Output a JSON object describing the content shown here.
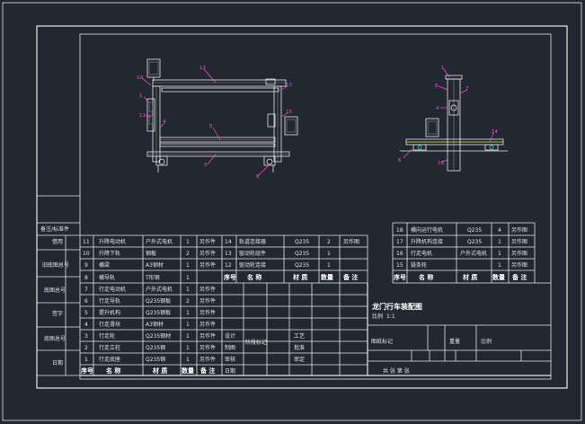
{
  "side_block": {
    "rows": [
      {
        "label": "备注/标准件"
      },
      {
        "label": "借用"
      },
      {
        "label": "旧底图总号"
      },
      {
        "label": "底图总号"
      },
      {
        "label": "签字"
      },
      {
        "label": "底图总号"
      },
      {
        "label": "日期"
      }
    ]
  },
  "bom_left": {
    "headers": {
      "seq": "序号",
      "name": "名 称",
      "material": "材 质",
      "qty": "数量",
      "remark": "备 注"
    },
    "rows": [
      {
        "seq": "11",
        "name": "升降电动机",
        "material": "户外式电机",
        "qty": "1",
        "remark": "另作件"
      },
      {
        "seq": "10",
        "name": "升降下轨",
        "material": "钢板",
        "qty": "2",
        "remark": "另作件"
      },
      {
        "seq": "9",
        "name": "横梁",
        "material": "A3钢材",
        "qty": "1",
        "remark": "另作件"
      },
      {
        "seq": "8",
        "name": "横导轨",
        "material": "T形钢",
        "qty": "1",
        "remark": ""
      },
      {
        "seq": "7",
        "name": "行走电动机",
        "material": "户外式电机",
        "qty": "1",
        "remark": "另作件"
      },
      {
        "seq": "6",
        "name": "行走导轨",
        "material": "Q235钢板",
        "qty": "2",
        "remark": "另作件"
      },
      {
        "seq": "5",
        "name": "提升机构",
        "material": "Q235钢板",
        "qty": "1",
        "remark": "另作件"
      },
      {
        "seq": "4",
        "name": "行走滑块",
        "material": "A3钢材",
        "qty": "1",
        "remark": "另作件"
      },
      {
        "seq": "3",
        "name": "行走轮",
        "material": "Q235钢材",
        "qty": "1",
        "remark": "另作件"
      },
      {
        "seq": "2",
        "name": "行走立柱",
        "material": "Q235钢",
        "qty": "1",
        "remark": "另作件"
      },
      {
        "seq": "1",
        "name": "行走底座",
        "material": "Q235钢",
        "qty": "1",
        "remark": "另作件"
      }
    ]
  },
  "bom_mid": {
    "headers": {
      "seq": "序号",
      "name": "名 称",
      "material": "材 质",
      "qty": "数量",
      "remark": "备 注"
    },
    "rows": [
      {
        "seq": "14",
        "name": "轨道连接器",
        "material": "Q235",
        "qty": "2",
        "remark": "另作图"
      },
      {
        "seq": "13",
        "name": "驱动轮组件",
        "material": "Q235",
        "qty": "1",
        "remark": ""
      },
      {
        "seq": "12",
        "name": "驱动轮连接",
        "material": "Q235",
        "qty": "1",
        "remark": ""
      }
    ]
  },
  "bom_right": {
    "headers": {
      "seq": "序号",
      "name": "名 称",
      "material": "材 质",
      "qty": "数量",
      "remark": "备 注"
    },
    "rows": [
      {
        "seq": "18",
        "name": "横向运行电机",
        "material": "Q235",
        "qty": "4",
        "remark": "另作图"
      },
      {
        "seq": "17",
        "name": "升降机构连接",
        "material": "Q235",
        "qty": "1",
        "remark": "另作图"
      },
      {
        "seq": "16",
        "name": "行走电机",
        "material": "户外式电机",
        "qty": "1",
        "remark": "另作图"
      },
      {
        "seq": "15",
        "name": "链条轮",
        "material": "",
        "qty": "1",
        "remark": "另作图"
      }
    ]
  },
  "title_block": {
    "title": "龙门行车装配图",
    "sub": "比例",
    "sub_value": "1:1",
    "design": "设计",
    "check": "制图",
    "process": "审核",
    "std": "工艺",
    "approve": "批准",
    "review": "审定",
    "doc_no_label": "图纸标记",
    "weight_label": "重量",
    "scale_label": "比例",
    "sheet_label": "共 张 第 张",
    "code_label": "阶段标记",
    "date_label": "日期"
  },
  "callouts": {
    "front": [
      "12",
      "10",
      "1",
      "11",
      "5",
      "4",
      "15",
      "3",
      "8",
      "13"
    ],
    "side": [
      "1",
      "8",
      "7",
      "4",
      "6",
      "14",
      "16"
    ]
  },
  "colors": {
    "background": "#212830",
    "lines": "#e8e8e8",
    "callout": "#ff4fd8",
    "cyan": "#3ad0d0",
    "yellow": "#e8e84a"
  }
}
